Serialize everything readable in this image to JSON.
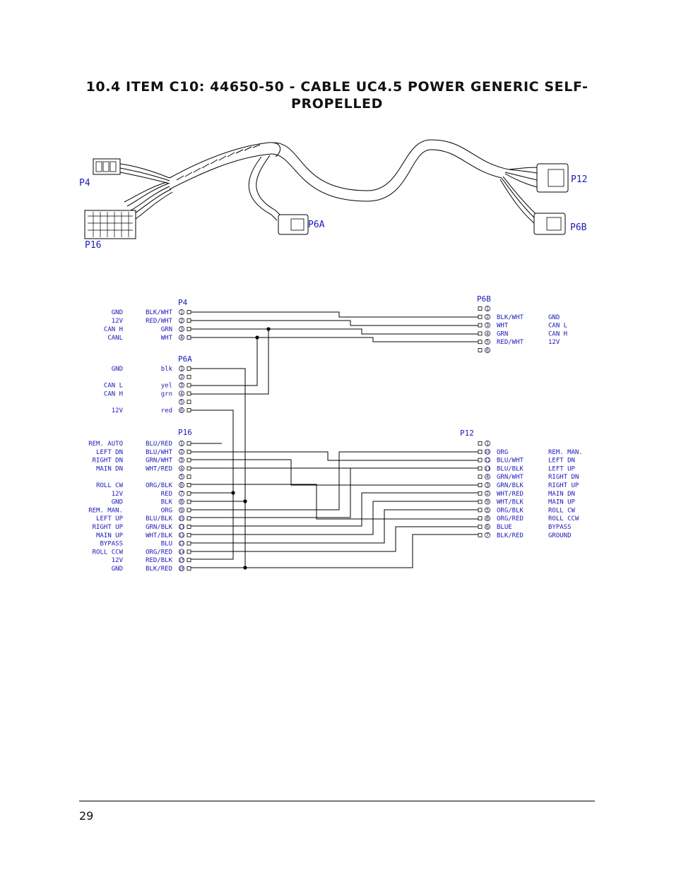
{
  "header": {
    "title_line1": "10.4  ITEM  C10:  44650-50  -  CABLE  UC4.5  POWER  GENERIC  SELF-",
    "title_line2": "PROPELLED"
  },
  "photo_labels": {
    "p4": "P4",
    "p16": "P16",
    "p6a": "P6A",
    "p12": "P12",
    "p6b": "P6B"
  },
  "connectors": {
    "p4": {
      "name": "P4",
      "pins": [
        {
          "signal": "GND",
          "color": "BLK/WHT",
          "num": "1"
        },
        {
          "signal": "12V",
          "color": "RED/WHT",
          "num": "2"
        },
        {
          "signal": "CAN H",
          "color": "GRN",
          "num": "3"
        },
        {
          "signal": "CANL",
          "color": "WHT",
          "num": "4"
        }
      ]
    },
    "p6a": {
      "name": "P6A",
      "pins": [
        {
          "signal": "GND",
          "color": "blk",
          "num": "1"
        },
        {
          "signal": "",
          "color": "",
          "num": "2"
        },
        {
          "signal": "CAN L",
          "color": "yel",
          "num": "3"
        },
        {
          "signal": "CAN H",
          "color": "grn",
          "num": "4"
        },
        {
          "signal": "",
          "color": "",
          "num": "5"
        },
        {
          "signal": "12V",
          "color": "red",
          "num": "6"
        }
      ]
    },
    "p16": {
      "name": "P16",
      "pins": [
        {
          "signal": "REM. AUTO",
          "color": "BLU/RED",
          "num": "1"
        },
        {
          "signal": "LEFT DN",
          "color": "BLU/WHT",
          "num": "2"
        },
        {
          "signal": "RIGHT DN",
          "color": "GRN/WHT",
          "num": "3"
        },
        {
          "signal": "MAIN DN",
          "color": "WHT/RED",
          "num": "4"
        },
        {
          "signal": "",
          "color": "",
          "num": "5"
        },
        {
          "signal": "ROLL CW",
          "color": "ORG/BLK",
          "num": "6"
        },
        {
          "signal": "12V",
          "color": "RED",
          "num": "7"
        },
        {
          "signal": "GND",
          "color": "BLK",
          "num": "8"
        },
        {
          "signal": "REM. MAN.",
          "color": "ORG",
          "num": "9"
        },
        {
          "signal": "LEFT UP",
          "color": "BLU/BLK",
          "num": "10"
        },
        {
          "signal": "RIGHT UP",
          "color": "GRN/BLK",
          "num": "11"
        },
        {
          "signal": "MAIN UP",
          "color": "WHT/BLK",
          "num": "12"
        },
        {
          "signal": "BYPASS",
          "color": "BLU",
          "num": "13"
        },
        {
          "signal": "ROLL CCW",
          "color": "ORG/RED",
          "num": "14"
        },
        {
          "signal": "12V",
          "color": "RED/BLK",
          "num": "15"
        },
        {
          "signal": "GND",
          "color": "BLK/RED",
          "num": "16"
        }
      ]
    },
    "p6b": {
      "name": "P6B",
      "pins": [
        {
          "num": "1",
          "color": "",
          "signal": ""
        },
        {
          "num": "2",
          "color": "BLK/WHT",
          "signal": "GND"
        },
        {
          "num": "3",
          "color": "WHT",
          "signal": "CAN L"
        },
        {
          "num": "4",
          "color": "GRN",
          "signal": "CAN H"
        },
        {
          "num": "5",
          "color": "RED/WHT",
          "signal": "12V"
        },
        {
          "num": "6",
          "color": "",
          "signal": ""
        }
      ]
    },
    "p12": {
      "name": "P12",
      "pins": [
        {
          "num": "1",
          "color": "",
          "signal": ""
        },
        {
          "num": "10",
          "color": "ORG",
          "signal": "REM. MAN."
        },
        {
          "num": "12",
          "color": "BLU/WHT",
          "signal": "LEFT DN"
        },
        {
          "num": "11",
          "color": "BLU/BLK",
          "signal": "LEFT UP"
        },
        {
          "num": "4",
          "color": "GRN/WHT",
          "signal": "RIGHT DN"
        },
        {
          "num": "3",
          "color": "GRN/BLK",
          "signal": "RIGHT UP"
        },
        {
          "num": "2",
          "color": "WHT/RED",
          "signal": "MAIN DN"
        },
        {
          "num": "9",
          "color": "WHT/BLK",
          "signal": "MAIN UP"
        },
        {
          "num": "5",
          "color": "ORG/BLK",
          "signal": "ROLL CW"
        },
        {
          "num": "8",
          "color": "ORG/RED",
          "signal": "ROLL CCW"
        },
        {
          "num": "6",
          "color": "BLUE",
          "signal": "BYPASS"
        },
        {
          "num": "7",
          "color": "BLK/RED",
          "signal": "GROUND"
        }
      ]
    }
  },
  "footer": {
    "page_number": "29"
  }
}
